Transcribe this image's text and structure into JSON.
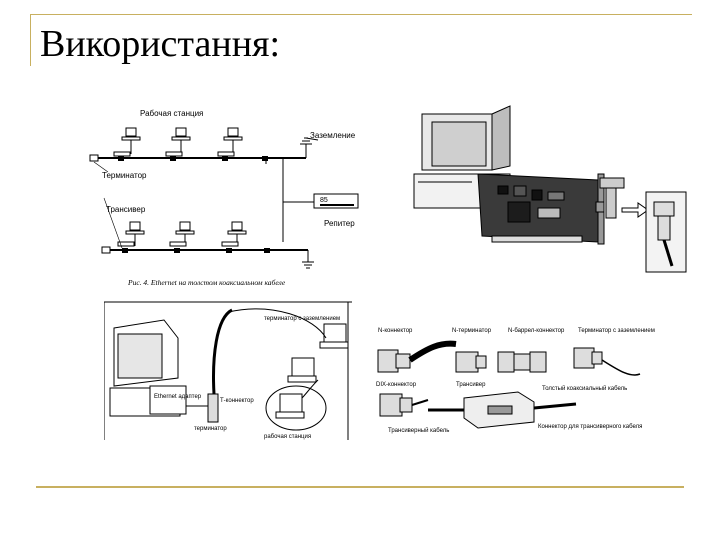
{
  "slide": {
    "title": "Використання:"
  },
  "network_diagram": {
    "workstation_label": "Рабочая станция",
    "ground_label": "Заземление",
    "terminator_label": "Терминатор",
    "transceiver_label": "Трансивер",
    "repeater_label": "Репитер",
    "repeater_box_label": "85",
    "caption": "Рис. 4. Ethernet на толстом коаксиальном кабеле"
  },
  "thin_cable_diagram": {
    "terminator_top": "терминатор с заземлением",
    "adapter_label": "Ethernet адаптер",
    "t_connector_label": "Т-коннектор",
    "terminator_bottom": "терминатор",
    "workstation_label": "рабочая станция"
  },
  "connectors_diagram": {
    "n_connector": "N-коннектор",
    "n_terminator": "N-терминатор",
    "n_barrel": "N-баррел-коннектор",
    "grounded_terminator": "Терминатор с заземлением",
    "dix_connector": "DIX-коннектор",
    "transceiver": "Трансивер",
    "thick_coax": "Толстый коаксиальный кабель",
    "transceiver_cable": "Трансиверный кабель",
    "transceiver_cable_connector": "Коннектор для трансиверного кабеля"
  },
  "colors": {
    "accent_gold": "#c8b060"
  }
}
